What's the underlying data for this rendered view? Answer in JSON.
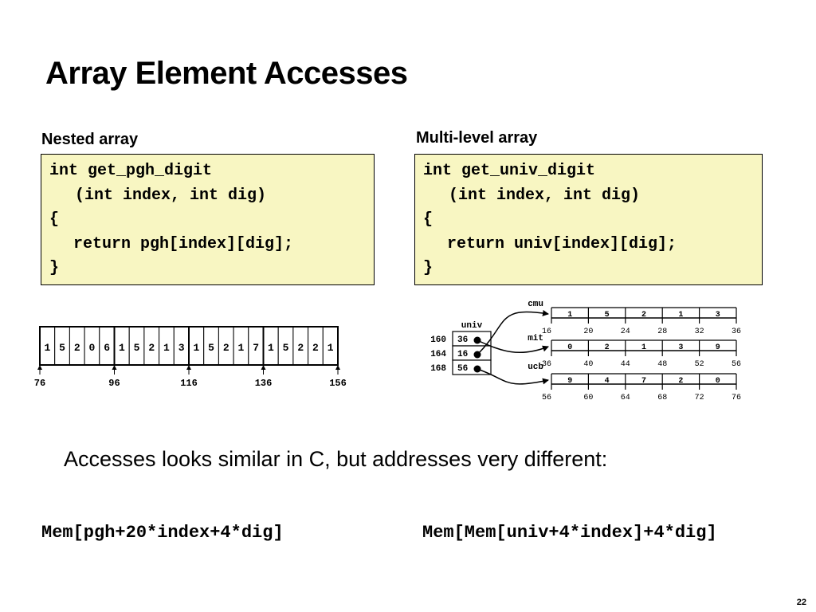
{
  "title": "Array Element Accesses",
  "left": {
    "label": "Nested array",
    "code": [
      "int get_pgh_digit",
      "(int index, int dig)",
      "{",
      "return pgh[index][dig];",
      "}"
    ]
  },
  "right": {
    "label": "Multi-level array",
    "code": [
      "int get_univ_digit",
      "(int index, int dig)",
      "{",
      "return univ[index][dig];",
      "}"
    ]
  },
  "pgh_array": {
    "cells": [
      "1",
      "5",
      "2",
      "0",
      "6",
      "1",
      "5",
      "2",
      "1",
      "3",
      "1",
      "5",
      "2",
      "1",
      "7",
      "1",
      "5",
      "2",
      "2",
      "1"
    ],
    "addresses": [
      "76",
      "96",
      "116",
      "136",
      "156"
    ]
  },
  "univ_diagram": {
    "pointer_label": "univ",
    "pointers": [
      {
        "addr": "160",
        "value": "36"
      },
      {
        "addr": "164",
        "value": "16"
      },
      {
        "addr": "168",
        "value": "56"
      }
    ],
    "arrays": [
      {
        "name": "cmu",
        "cells": [
          "1",
          "5",
          "2",
          "1",
          "3"
        ],
        "addresses": [
          "16",
          "20",
          "24",
          "28",
          "32",
          "36"
        ]
      },
      {
        "name": "mit",
        "cells": [
          "0",
          "2",
          "1",
          "3",
          "9"
        ],
        "addresses": [
          "36",
          "40",
          "44",
          "48",
          "52",
          "56"
        ]
      },
      {
        "name": "ucb",
        "cells": [
          "9",
          "4",
          "7",
          "2",
          "0"
        ],
        "addresses": [
          "56",
          "60",
          "64",
          "68",
          "72",
          "76"
        ]
      }
    ]
  },
  "bullet": "Accesses looks similar in C, but addresses very different:",
  "formula_left": "Mem[pgh+20*index+4*dig]",
  "formula_right": "Mem[Mem[univ+4*index]+4*dig]",
  "page_number": "22"
}
